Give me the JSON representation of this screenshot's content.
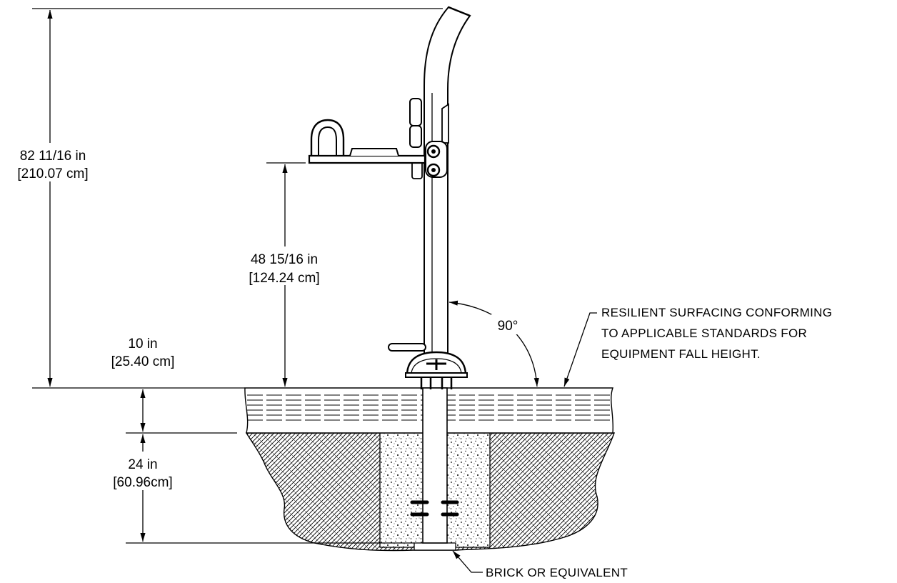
{
  "dimensions": {
    "overall_height": {
      "line1": "82 11/16 in",
      "line2": "[210.07 cm]"
    },
    "platform_height": {
      "line1": "48 15/16 in",
      "line2": "[124.24 cm]"
    },
    "surfacing_depth": {
      "line1": "10 in",
      "line2": "[25.40 cm]"
    },
    "footing_depth": {
      "line1": "24 in",
      "line2": "[60.96cm]"
    },
    "angle": "90°"
  },
  "notes": {
    "surfacing": [
      "RESILIENT SURFACING CONFORMING",
      "TO APPLICABLE STANDARDS FOR",
      "EQUIPMENT FALL HEIGHT."
    ],
    "brick": "BRICK OR EQUIVALENT"
  }
}
